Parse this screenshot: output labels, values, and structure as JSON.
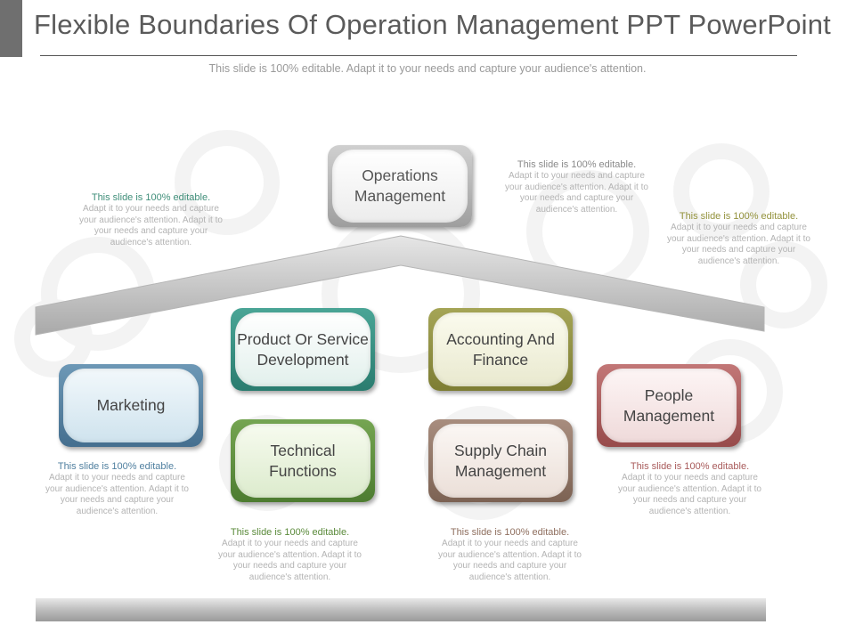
{
  "title": "Flexible Boundaries Of Operation Management PPT PowerPoint",
  "subtitle": "This slide is 100% editable. Adapt it to your needs and capture your audience's attention.",
  "boxes": {
    "operations": "Operations Management",
    "product": "Product Or Service Development",
    "accounting": "Accounting And Finance",
    "marketing": "Marketing",
    "technical": "Technical Functions",
    "supply": "Supply Chain Management",
    "people": "People Management"
  },
  "notes": {
    "top_left": {
      "title": "This slide is 100% editable.",
      "body": "Adapt it to your needs and capture your audience's attention. Adapt it to your needs and capture your audience's attention."
    },
    "top_center": {
      "title": "This slide is 100% editable.",
      "body": "Adapt it to your needs and capture your audience's attention. Adapt it to your needs and capture your audience's attention."
    },
    "top_right": {
      "title": "This slide is 100% editable.",
      "body": "Adapt it to your needs and capture your audience's attention. Adapt it to your needs and capture your audience's attention."
    },
    "marketing": {
      "title": "This slide is 100% editable.",
      "body": "Adapt it to your needs and capture your audience's attention. Adapt it to your needs and capture your audience's attention."
    },
    "technical": {
      "title": "This slide is 100% editable.",
      "body": "Adapt it to your needs and capture your audience's attention. Adapt it to your needs and capture your audience's attention."
    },
    "supply": {
      "title": "This slide is 100% editable.",
      "body": "Adapt it to your needs and capture your audience's attention. Adapt it to your needs and capture your audience's attention."
    },
    "people": {
      "title": "This slide is 100% editable.",
      "body": "Adapt it to your needs and capture your audience's attention. Adapt it to your needs and capture your audience's attention."
    }
  },
  "colors": {
    "gray": "#9c9c9c",
    "teal": "#2f8a7c",
    "olive": "#8a8a3a",
    "blue": "#4f7f9f",
    "green": "#5a8a3a",
    "brown": "#8f6f5f",
    "red": "#a85a5a"
  }
}
